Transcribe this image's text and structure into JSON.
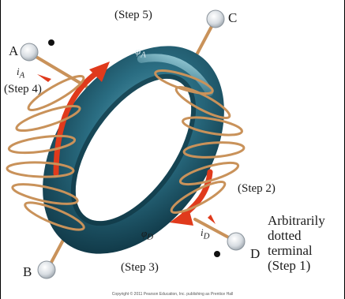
{
  "terminals": {
    "A": "A",
    "B": "B",
    "C": "C",
    "D": "D"
  },
  "steps": {
    "step1": "Arbitrarily\ndotted\nterminal\n(Step 1)",
    "step2": "(Step 2)",
    "step3": "(Step 3)",
    "step4": "(Step 4)",
    "step5": "(Step 5)"
  },
  "symbols": {
    "flux_a_main": "φ",
    "flux_a_sub": "A",
    "flux_d_main": "φ",
    "flux_d_sub": "D",
    "current_a_main": "i",
    "current_a_sub": "A",
    "current_d_main": "i",
    "current_d_sub": "D"
  },
  "copyright": "Copyright © 2011 Pearson Education, Inc. publishing as Prentice Hall",
  "colors": {
    "core": "#1f5a6e",
    "core_highlight": "#6fb0c0",
    "coil": "#c9925a",
    "flux_arrow": "#e03a1c",
    "dot": "#111111"
  }
}
